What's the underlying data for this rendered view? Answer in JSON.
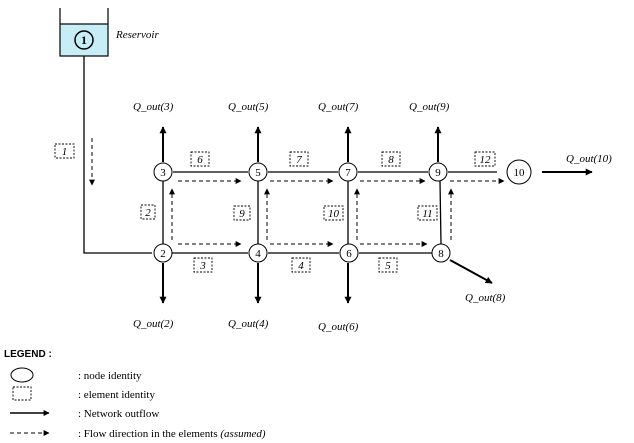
{
  "reservoir": {
    "id": "1",
    "label": "Reservoir"
  },
  "nodes": [
    {
      "id": "2"
    },
    {
      "id": "3"
    },
    {
      "id": "4"
    },
    {
      "id": "5"
    },
    {
      "id": "6"
    },
    {
      "id": "7"
    },
    {
      "id": "8"
    },
    {
      "id": "9"
    },
    {
      "id": "10"
    }
  ],
  "elements": [
    {
      "id": "1"
    },
    {
      "id": "2"
    },
    {
      "id": "3"
    },
    {
      "id": "4"
    },
    {
      "id": "5"
    },
    {
      "id": "6"
    },
    {
      "id": "7"
    },
    {
      "id": "8"
    },
    {
      "id": "9"
    },
    {
      "id": "10"
    },
    {
      "id": "11"
    },
    {
      "id": "12"
    }
  ],
  "outflows": [
    {
      "label": "Q_out(2)"
    },
    {
      "label": "Q_out(3)"
    },
    {
      "label": "Q_out(4)"
    },
    {
      "label": "Q_out(5)"
    },
    {
      "label": "Q_out(6)"
    },
    {
      "label": "Q_out(7)"
    },
    {
      "label": "Q_out(8)"
    },
    {
      "label": "Q_out(9)"
    },
    {
      "label": "Q_out(10)"
    }
  ],
  "legend": {
    "title": "LEGEND :",
    "node": ": node identity",
    "element": ": element identity",
    "outflow": ": Network outflow",
    "flow": ": Flow direction in the elements ",
    "flow_note": "(assumed)"
  }
}
